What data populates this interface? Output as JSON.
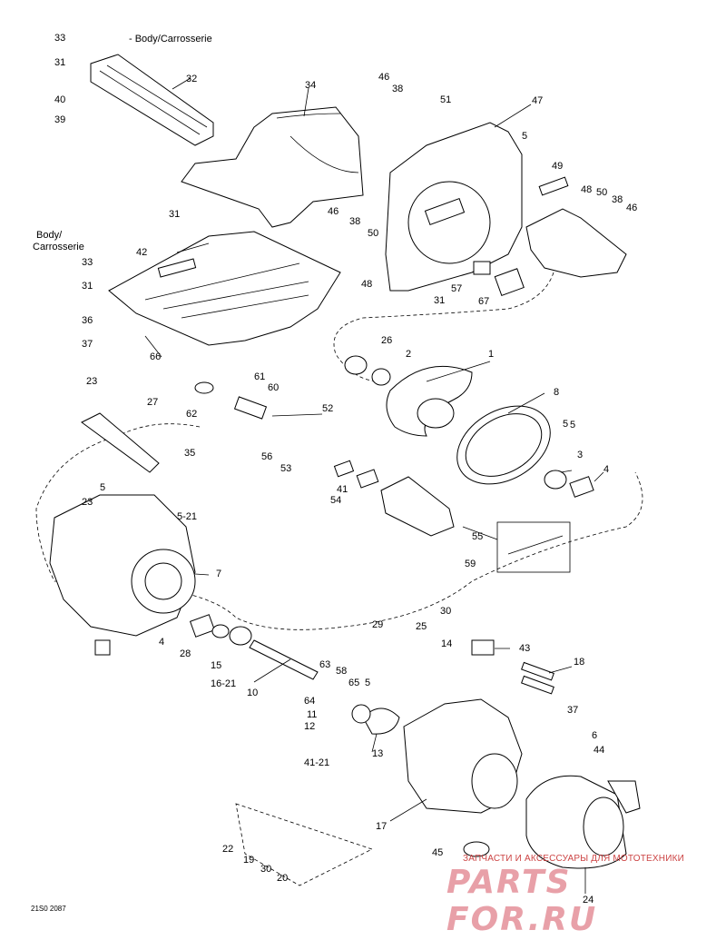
{
  "labels": {
    "body_top": "- Body/Carrosserie",
    "body_left_1": "Body/",
    "body_left_2": "Carrosserie",
    "diagram_id": "21S0 2087"
  },
  "part_numbers": [
    "33",
    "31",
    "40",
    "39",
    "32",
    "34",
    "46",
    "38",
    "51",
    "47",
    "5",
    "49",
    "48",
    "50",
    "38",
    "46",
    "31",
    "46",
    "38",
    "50",
    "48",
    "42",
    "33",
    "31",
    "36",
    "37",
    "66",
    "57",
    "67",
    "31",
    "26",
    "2",
    "1",
    "5",
    "23",
    "27",
    "61",
    "60",
    "62",
    "52",
    "8",
    "35",
    "5",
    "23",
    "5-21",
    "7",
    "56",
    "53",
    "41",
    "54",
    "5",
    "3",
    "4",
    "55",
    "59",
    "4",
    "28",
    "15",
    "16-21",
    "10",
    "29",
    "25",
    "30",
    "14",
    "43",
    "18",
    "63",
    "58",
    "65",
    "5",
    "64",
    "11",
    "12",
    "13",
    "37",
    "6",
    "44",
    "41-21",
    "17",
    "22",
    "19",
    "30",
    "20",
    "45",
    "24"
  ],
  "watermark": {
    "small_text": "ЗАПЧАСТИ И АКСЕССУАРЫ ДЛЯ МОТОТЕХНИКИ",
    "brand": "PARTS FOR.RU"
  }
}
